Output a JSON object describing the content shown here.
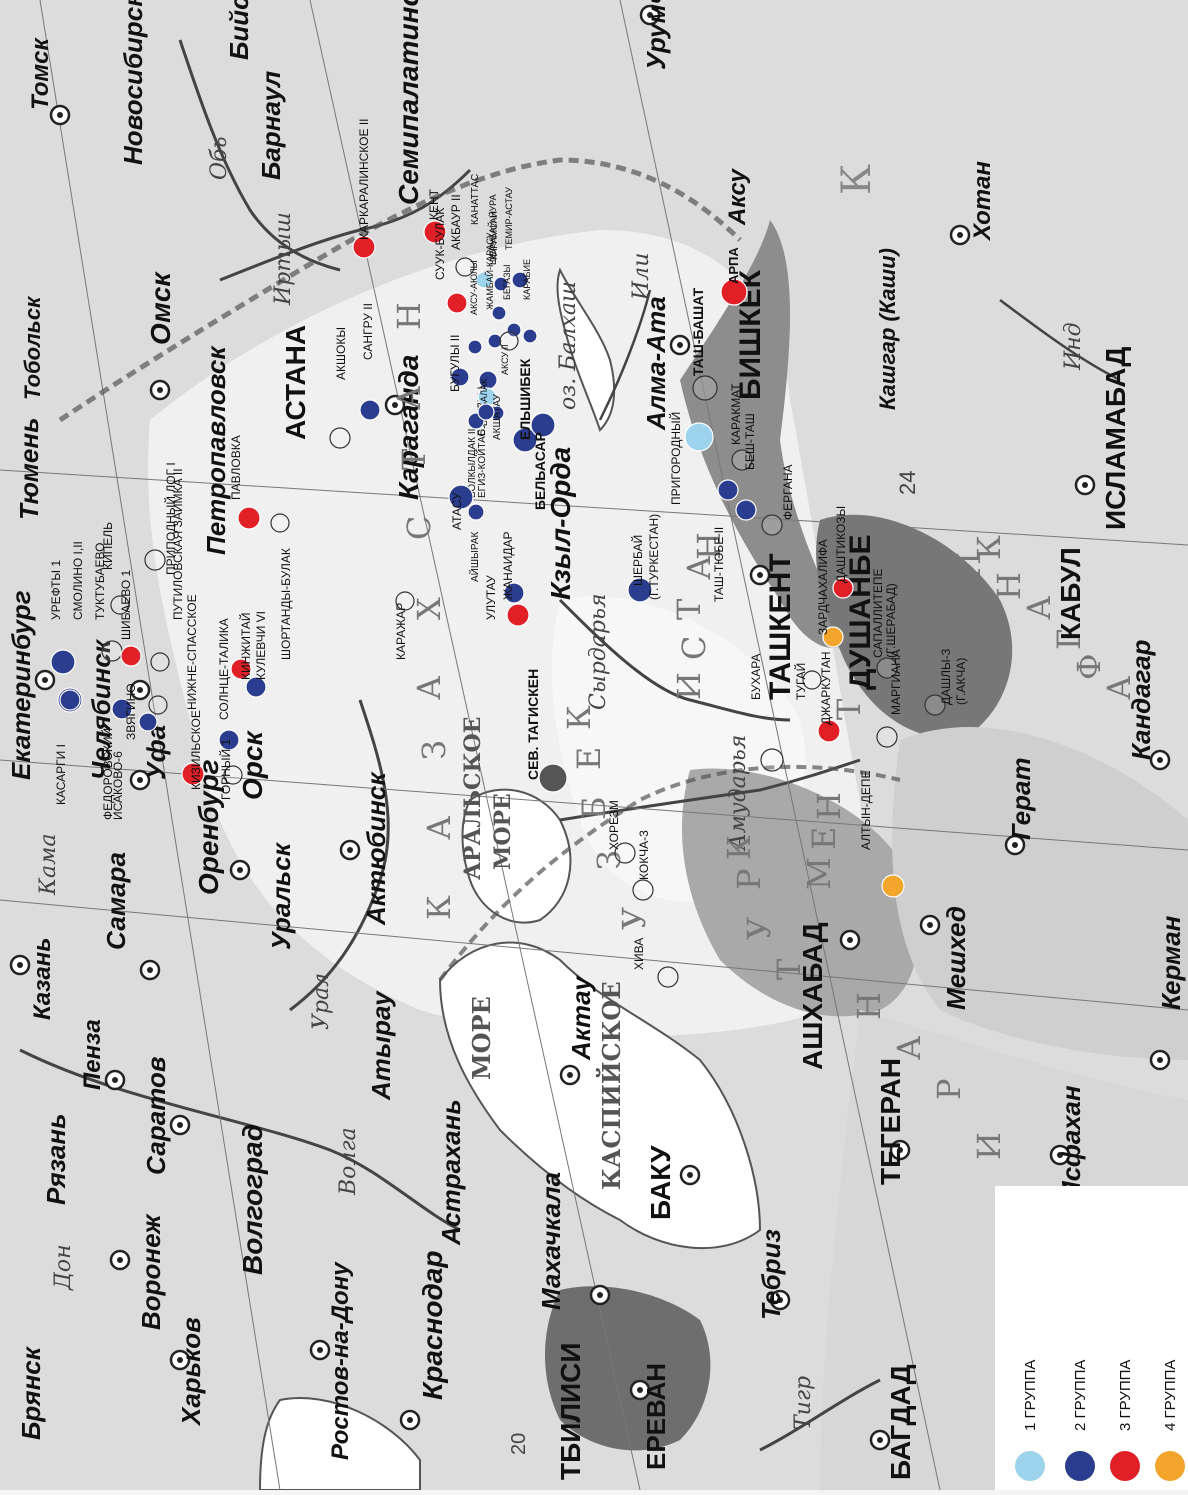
{
  "labels": {
    "tomsk": "Томск",
    "novosibirsk": "Новосибирск",
    "biysk": "Бийск",
    "barnaul": "Барнаул",
    "ob": "Обь",
    "tyumen": "Тюмень",
    "omsk": "Омск",
    "tobolsk": "Тобольск",
    "irtysh": "Иртыш",
    "semipalatinsk": "Семипалатинск",
    "urumchi": "Урумчи",
    "karaganda": "Караганда",
    "astana": "АСТАНА",
    "petropavlovsk": "Петропавловск",
    "ekaterinburg": "Екатеринбург",
    "chelyabinsk": "Челябинск",
    "ufa": "Уфа",
    "orenburg": "Оренбург",
    "orsk": "Орск",
    "kazan": "Казань",
    "samara": "Самара",
    "kama": "Кама",
    "aktobe": "Актюбинск",
    "uralsk": "Уральск",
    "ural_river": "Урал",
    "atyrau": "Атырау",
    "aktau": "Актау",
    "penza": "Пенза",
    "saratov": "Саратов",
    "ryazan": "Рязань",
    "bryansk": "Брянск",
    "voronezh": "Воронеж",
    "don": "Дон",
    "volgograd": "Волгоград",
    "volga": "Волга",
    "astrakhan": "Астрахань",
    "kharkov": "Харьков",
    "rostov": "Ростов-на-Дону",
    "krasnodar": "Краснодар",
    "makhachkala": "Махачкала",
    "baku": "БАКУ",
    "tbilisi": "ТБИЛИСИ",
    "erevan": "ЕРЕВАН",
    "tabriz": "Тебриз",
    "baghdad": "БАГДАД",
    "tigr": "Тигр",
    "tehran": "ТЕГЕРАН",
    "isfahan": "Исфахан",
    "kerman": "Керман",
    "mashhad": "Мешхед",
    "ashgabat": "АШХАБАД",
    "herat": "Герат",
    "kabul": "КАБУЛ",
    "kandahar": "Кандагар",
    "islamabad": "ИСЛАМАБАД",
    "ind": "Инд",
    "kashgar": "Кашгар (Каши)",
    "khotan": "Хотан",
    "aksu_city": "Аксу",
    "bishkek": "БИШКЕК",
    "almaty": "Алма-Ата",
    "ili": "Или",
    "balkhash": "оз. Балхаш",
    "tashkent": "ТАШКЕНТ",
    "dushanbe": "ДУШАНБЕ",
    "kzyl_orda": "Кзыл-Орда",
    "syrdarya": "Сырдарья",
    "amudarya": "Амударья",
    "aral_sea": "АРАЛЬСКОЕ МОРЕ",
    "caspian": "КАСПИЙСКОЕ",
    "more": "МОРЕ",
    "kazakhstan_letters": [
      "К",
      "А",
      "З",
      "А",
      "Х",
      "С",
      "Т",
      "А",
      "Н"
    ],
    "uzbekistan_letters": [
      "У",
      "З",
      "Б",
      "Е",
      "К",
      "И",
      "С",
      "Т",
      "А",
      "Н"
    ],
    "turkmenistan_letters": [
      "Т",
      "У",
      "Р",
      "К",
      "М",
      "Е",
      "Н"
    ],
    "tajik_letters": [
      "Т",
      "А",
      "Д",
      "Ж",
      "И",
      "К"
    ],
    "afghan_letters": [
      "А",
      "Ф",
      "Г",
      "А",
      "Н"
    ],
    "iran_letters": [
      "И",
      "Р",
      "А",
      "Н"
    ],
    "china_letter": "К",
    "num_24": "24",
    "num_20": "20"
  },
  "sites": [
    {
      "name": "УРЕФТЫ 1",
      "group": 2
    },
    {
      "name": "СМОЛИНО I,II",
      "group": 2
    },
    {
      "name": "ТУКТУБАЕВО",
      "group": 0
    },
    {
      "name": "КИПЕЛЬ",
      "group": 0
    },
    {
      "name": "ШИБАЕВО 1",
      "group": 3
    },
    {
      "name": "ПУТИЛОВСКАЯ ЗАИМКА II",
      "group": 0
    },
    {
      "name": "ПРИПОДНЫЙ ЛОГ I",
      "group": 0
    },
    {
      "name": "КАСАРГИ I",
      "group": 2
    },
    {
      "name": "ФЕДОРОВСКИЙ",
      "group": 0
    },
    {
      "name": "ИСАКОВО-6",
      "group": 2
    },
    {
      "name": "ЗВЯГИНО",
      "group": 2
    },
    {
      "name": "НИЖНЕ-СПАССКОЕ",
      "group": 0
    },
    {
      "name": "КИЗИЛЬСКОЕ",
      "group": 3
    },
    {
      "name": "СОЛНЦЕ-ТАЛИКА",
      "group": 2
    },
    {
      "name": "ГОРНЫЙ 1",
      "group": 0
    },
    {
      "name": "КИНЖИТАЙ",
      "group": 3
    },
    {
      "name": "КУЛЕВЧИ VI",
      "group": 2
    },
    {
      "name": "ШОРТАНДЫ-БУЛАК",
      "group": 0
    },
    {
      "name": "ПАВЛОВКА",
      "group": 3
    },
    {
      "name": "АКШОКЫ",
      "group": 0
    },
    {
      "name": "САНГРУ II",
      "group": 2
    },
    {
      "name": "КАРАЖАР",
      "group": 0
    },
    {
      "name": "КАРКАРАЛИНСКОЕ II",
      "group": 3
    },
    {
      "name": "КЕНТ",
      "group": 3
    },
    {
      "name": "СУУК-БУЛАК",
      "group": 3
    },
    {
      "name": "АКБАУР II",
      "group": 0
    },
    {
      "name": "КАНАТТАС",
      "group": 1
    },
    {
      "name": "АКСУ-АЮЛЫ",
      "group": 2
    },
    {
      "name": "ЖАМБАЙ-КАРАСУ",
      "group": 2
    },
    {
      "name": "ШЕРУБАЙ-НУРА",
      "group": 2
    },
    {
      "name": "КАРАМСАЙ",
      "group": 2
    },
    {
      "name": "ТЕМИР-АСТАУ",
      "group": 2
    },
    {
      "name": "БЕГАЗЫ",
      "group": 2
    },
    {
      "name": "КАРАБИЕ",
      "group": 2
    },
    {
      "name": "АКСУ II",
      "group": 0
    },
    {
      "name": "БУГУЛЫ II",
      "group": 2
    },
    {
      "name": "БУГУЛЫ I",
      "group": 2
    },
    {
      "name": "БАЙБАЛАК",
      "group": 1
    },
    {
      "name": "АКШАТАУ",
      "group": 2
    },
    {
      "name": "ВОЛКЫЛДАК II",
      "group": 2
    },
    {
      "name": "ЕГИЗ-КОЙТАС",
      "group": 2
    },
    {
      "name": "ЕЛЬШИБЕК",
      "group": 2
    },
    {
      "name": "БЕЛЬАСАР",
      "group": 2
    },
    {
      "name": "АТАСУ",
      "group": 2
    },
    {
      "name": "АЙШЫРАК",
      "group": 2
    },
    {
      "name": "ЖАНАИДАР",
      "group": 2
    },
    {
      "name": "УЛУТАУ",
      "group": 3
    },
    {
      "name": "СЕВ. ТАГИСКЕН",
      "group": 5
    },
    {
      "name": "ШЕРБАЙ",
      "group": 2
    },
    {
      "name": "(Г.ТУРКЕСТАН)",
      "group": 0
    },
    {
      "name": "ПРИГОРОДНЫЙ",
      "group": 1
    },
    {
      "name": "ТАШ-БАШАТ",
      "group": 0
    },
    {
      "name": "АРПА",
      "group": 3
    },
    {
      "name": "КАРАКМАТ",
      "group": 0
    },
    {
      "name": "БЕШ-ТАШ",
      "group": 2
    },
    {
      "name": "ФЕРГАНА",
      "group": 0
    },
    {
      "name": "ТАШ-ТЮБЕ II",
      "group": 2
    },
    {
      "name": "ДАШТИКОЗЫ",
      "group": 3
    },
    {
      "name": "ЗАРДЧАХАЛИФА",
      "group": 4
    },
    {
      "name": "САПАЛЛИТЕПЕ",
      "group": 0
    },
    {
      "name": "(Г.ШЕРАБАД)",
      "group": 0
    },
    {
      "name": "БУХАРА",
      "group": 0
    },
    {
      "name": "ТУГАЙ",
      "group": 0
    },
    {
      "name": "ДЖАРКУТАН",
      "group": 3
    },
    {
      "name": "МАРГИАНА",
      "group": 0
    },
    {
      "name": "ДАШЛЫ-3",
      "group": 0
    },
    {
      "name": "(Г.АКЧА)",
      "group": 0
    },
    {
      "name": "АЛТЫН-ДЕПЕ",
      "group": 4
    },
    {
      "name": "ХОРЕЗМ",
      "group": 0
    },
    {
      "name": "КОКЧА-3",
      "group": 0
    },
    {
      "name": "ХИВА",
      "group": 0
    }
  ],
  "legend": {
    "items": [
      {
        "label": "1 ГРУППА",
        "color": "#9dd3ec"
      },
      {
        "label": "2 ГРУППА",
        "color": "#2b3d8f"
      },
      {
        "label": "3 ГРУППА",
        "color": "#e01f26"
      },
      {
        "label": "4 ГРУППА",
        "color": "#f4a52c"
      }
    ]
  },
  "colors": {
    "group1": "#9dd3ec",
    "group2": "#2b3d8f",
    "group3": "#e01f26",
    "group4": "#f4a52c",
    "unknown_group": "#555555"
  }
}
